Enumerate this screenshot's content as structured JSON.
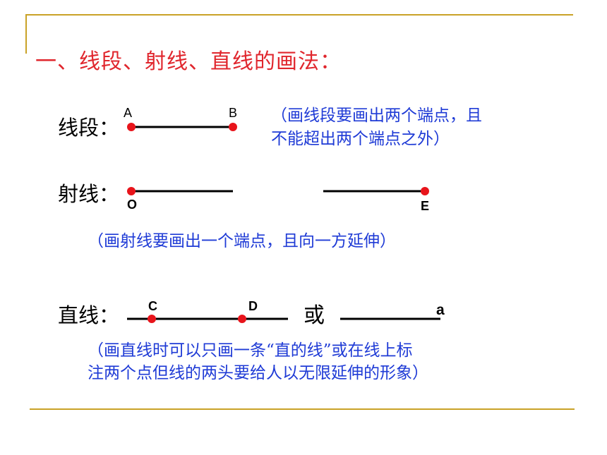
{
  "title": "一、线段、射线、直线的画法：",
  "segment": {
    "label": "线段：",
    "point_a": "A",
    "point_b": "B",
    "note_line1": "（画线段要画出两个端点，且",
    "note_line2": "不能超出两个端点之外）"
  },
  "ray": {
    "label": "射线：",
    "point_o": "O",
    "point_e": "E",
    "note": "（画射线要画出一个端点，且向一方延伸）"
  },
  "line": {
    "label": "直线：",
    "point_c": "C",
    "point_d": "D",
    "or_text": "或",
    "line_name": "a",
    "note_line1": "（画直线时可以只画一条“直的线”或在线上标",
    "note_line2": "注两个点但线的两头要给人以无限延伸的形象）"
  },
  "colors": {
    "title": "#e0262d",
    "note": "#1f3bd6",
    "point": "#e8141b",
    "frame": "#c9a227"
  }
}
